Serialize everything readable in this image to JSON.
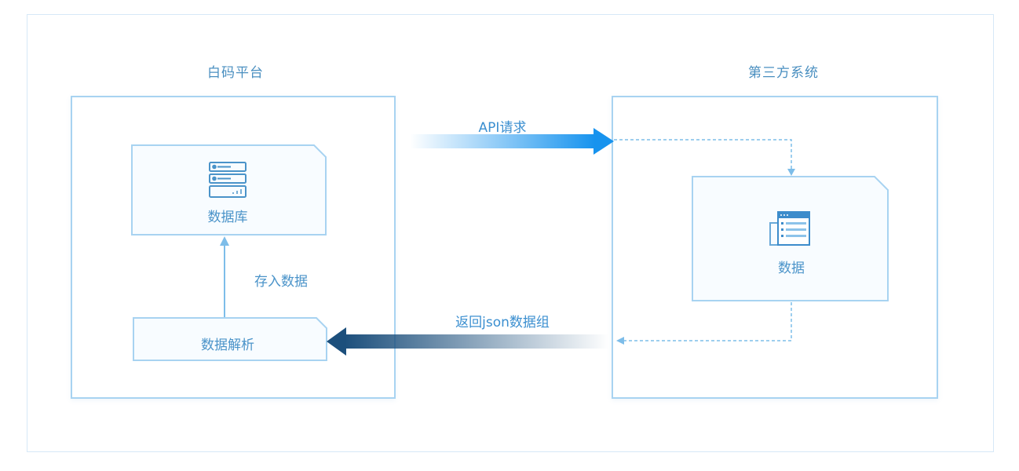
{
  "left_system": {
    "title": "白码平台"
  },
  "right_system": {
    "title": "第三方系统"
  },
  "nodes": {
    "database": "数据库",
    "parse": "数据解析",
    "data": "数据"
  },
  "edges": {
    "api_request": "API请求",
    "return_json": "返回json数据组",
    "store": "存入数据"
  },
  "colors": {
    "panel_border": "#a8d3f1",
    "request_arrow": "#1793ee",
    "response_arrow": "#1c4f7c",
    "dotted_line": "#7dbde9"
  }
}
